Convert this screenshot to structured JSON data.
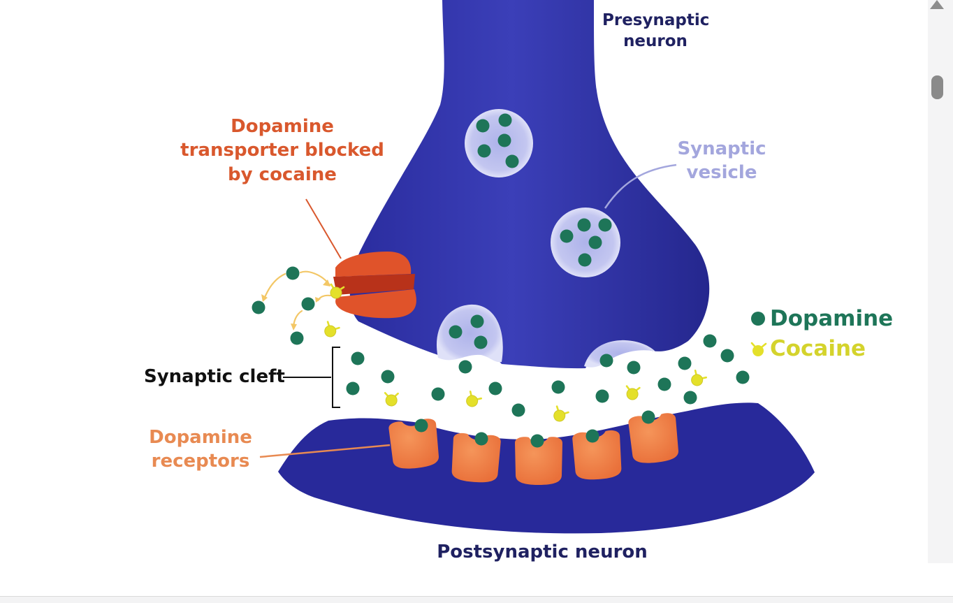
{
  "labels": {
    "presynaptic": [
      "Presynaptic",
      "neuron"
    ],
    "transporter": [
      "Dopamine",
      "transporter blocked",
      "by cocaine"
    ],
    "vesicle": [
      "Synaptic",
      "vesicle"
    ],
    "cleft": "Synaptic cleft",
    "receptors": [
      "Dopamine",
      "receptors"
    ],
    "postsynaptic": "Postsynaptic neuron"
  },
  "legend": {
    "dopamine": "Dopamine",
    "cocaine": "Cocaine"
  },
  "colors": {
    "neuron": "#28299a",
    "neuron_highlight": "#4b4fc4",
    "vesicle": "#b9bdec",
    "dopamine": "#1e7558",
    "cocaine": "#e4e02a",
    "receptor": "#ee7a3c",
    "transporter": "#e0532a",
    "label_navy": "#1f2161",
    "label_orange": "#d9582d",
    "label_vesicle": "#a3a6dd",
    "label_receptor": "#e88a52",
    "legend_dopamine": "#1e7558",
    "legend_cocaine": "#d4d32c"
  },
  "icons": [
    "dopamine-molecule-icon",
    "cocaine-molecule-icon",
    "scroll-up-arrow-icon"
  ]
}
